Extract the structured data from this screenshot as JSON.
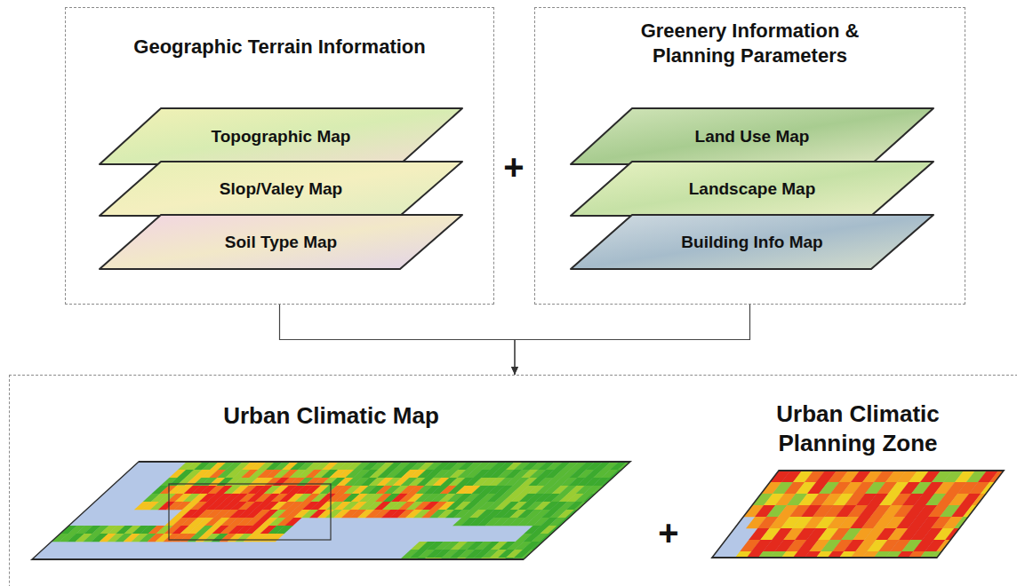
{
  "diagram": {
    "nodes": [
      {
        "text": [
          "Geographic Terrain Information"
        ]
      },
      {
        "text": [
          "Topographic Map"
        ],
        "in": 0
      },
      {
        "text": [
          "Slop/Valey Map"
        ],
        "in": 0
      },
      {
        "text": [
          "Soil Type Map"
        ],
        "in": 0
      },
      {
        "text": [
          "Greenery Information & Planning Parameters"
        ]
      },
      {
        "text": [
          "Land Use Map"
        ],
        "in": 4
      },
      {
        "text": [
          "Landscape Map"
        ],
        "in": 4
      },
      {
        "text": [
          "Building Info Map"
        ],
        "in": 4
      },
      {
        "text": [
          "Urban Climatic Map"
        ]
      },
      {
        "text": [
          "Urban Climatic Planning Zone"
        ]
      }
    ],
    "edges": [
      {
        "from": 0,
        "to": 8,
        "arrow": "to"
      },
      {
        "from": 4,
        "to": 8,
        "arrow": "to"
      }
    ],
    "labels": [
      "+",
      "+"
    ]
  }
}
